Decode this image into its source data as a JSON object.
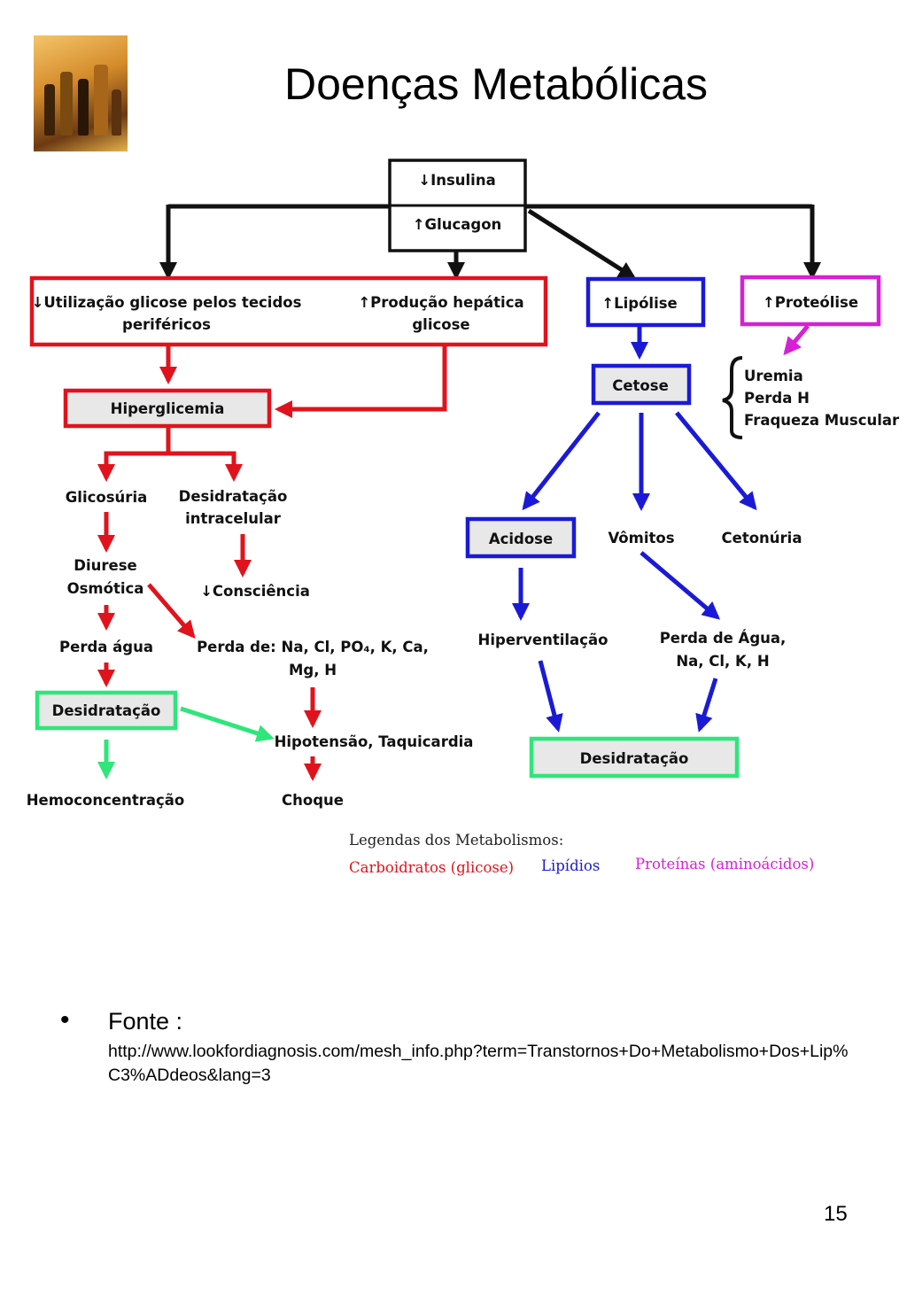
{
  "title": "Doenças Metabólicas",
  "logo": {
    "icon": "food-and-bottles-image"
  },
  "colors": {
    "carbohydrates": "#e0131c",
    "lipids": "#1a1ad6",
    "proteins": "#d620d6",
    "dehydration": "#2ee67a",
    "neutral": "#111111",
    "box_fill": "#e8e8e8"
  },
  "diagram": {
    "insulina": "↓Insulina",
    "glucagon": "↑Glucagon",
    "utilizacao_1": "↓Utilização glicose pelos tecidos",
    "utilizacao_2": "periféricos",
    "producao_1": "↑Produção hepática",
    "producao_2": "glicose",
    "lipolise": "↑Lipólise",
    "proteolise": "↑Proteólise",
    "hiperglicemia": "Hiperglicemia",
    "cetose": "Cetose",
    "uremia": "Uremia",
    "perda_h": "Perda H",
    "fraqueza": "Fraqueza Muscular",
    "glicosuria": "Glicosúria",
    "desidratacao_intra_1": "Desidratação",
    "desidratacao_intra_2": "intracelular",
    "diurese": "Diurese",
    "osmotica": "Osmótica",
    "consciencia": "↓Consciência",
    "perda_agua": "Perda água",
    "perda_de_1": "Perda de: Na, Cl, PO₄, K, Ca,",
    "perda_de_2": "Mg, H",
    "desidratacao_left": "Desidratação",
    "hipotensao": "Hipotensão, Taquicardia",
    "hemoconcentracao": "Hemoconcentração",
    "choque": "Choque",
    "acidose": "Acidose",
    "vomitos": "Vômitos",
    "cetonuria": "Cetonúria",
    "hiperventilacao": "Hiperventilação",
    "perda_agua_right_1": "Perda de Água,",
    "perda_agua_right_2": "Na, Cl, K, H",
    "desidratacao_right": "Desidratação"
  },
  "legend": {
    "title": "Legendas dos Metabolismos:",
    "carbohydrates": "Carboidratos (glicose)",
    "lipids": "Lipídios",
    "proteins": "Proteínas (aminoácidos)"
  },
  "source": {
    "bullet": "•",
    "label": "Fonte :",
    "url": "http://www.lookfordiagnosis.com/mesh_info.php?term=Transtornos+Do+Metabolismo+Dos+Lip%C3%ADdeos&lang=3"
  },
  "page_number": "15"
}
